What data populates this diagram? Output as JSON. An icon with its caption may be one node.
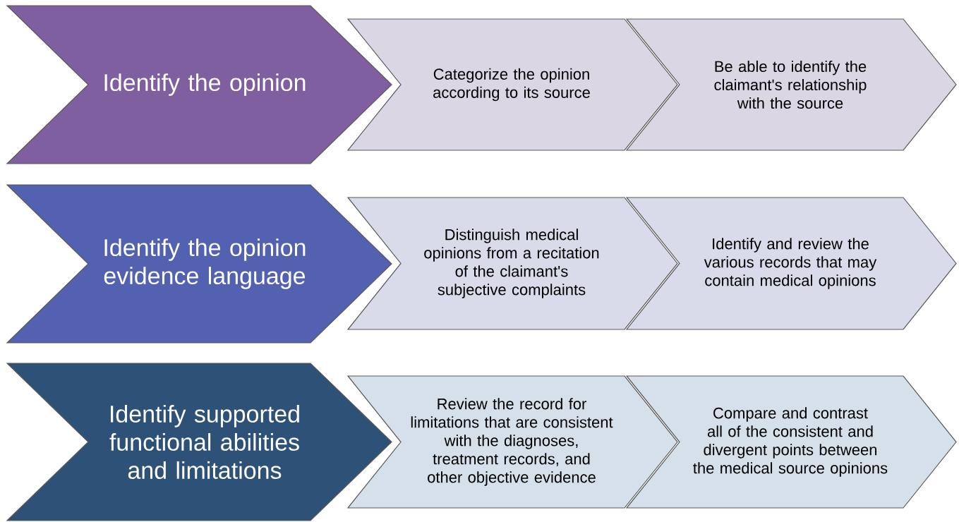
{
  "diagram": {
    "nodes": [
      {
        "text": [
          "Identify the opinion"
        ]
      },
      {
        "text": [
          "Categorize the opinion according to its source"
        ]
      },
      {
        "text": [
          "Be able to identify the claimant's relationship with the source"
        ]
      },
      {
        "text": [
          "Identify the opinion evidence language"
        ]
      },
      {
        "text": [
          "Distinguish medical opinions from a recitation of the claimant's subjective complaints"
        ]
      },
      {
        "text": [
          "Identify and review the various records that may contain medical opinions"
        ]
      },
      {
        "text": [
          "Identify supported functional abilities and limitations"
        ]
      },
      {
        "text": [
          "Review the record for limitations that are consistent with the diagnoses, treatment records, and other objective evidence"
        ]
      },
      {
        "text": [
          "Compare and contrast all of the consistent and divergent points between the medical source opinions"
        ]
      }
    ]
  }
}
